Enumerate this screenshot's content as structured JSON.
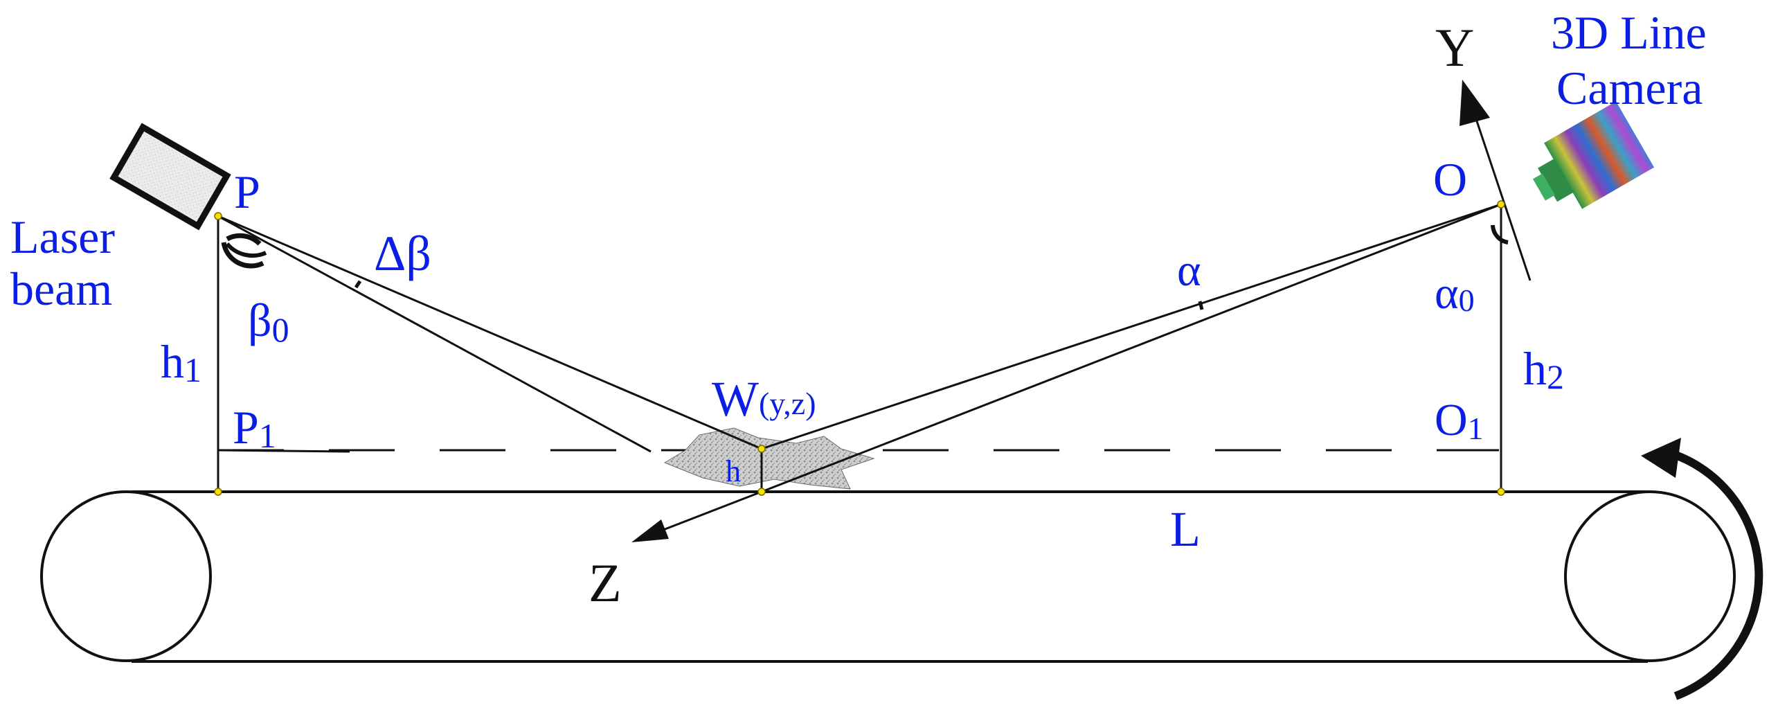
{
  "labels": {
    "laser_1": "Laser",
    "laser_2": "beam",
    "P": "P",
    "delta_beta": "Δβ",
    "beta0": "β",
    "beta0_sub": "0",
    "h1": "h",
    "h1_sub": "1",
    "P1": "P",
    "P1_sub": "1",
    "W": "W",
    "W_coords": "(y,z)",
    "h": "h",
    "alpha": "α",
    "alpha0": "α",
    "alpha0_sub": "0",
    "O": "O",
    "O1": "O",
    "O1_sub": "1",
    "h2": "h",
    "h2_sub": "2",
    "L": "L",
    "Y": "Y",
    "Z": "Z",
    "camera_1": "3D Line",
    "camera_2": "Camera"
  },
  "colors": {
    "label_blue": "#0a1ee6",
    "line": "#111111",
    "point": "#f5e000"
  }
}
